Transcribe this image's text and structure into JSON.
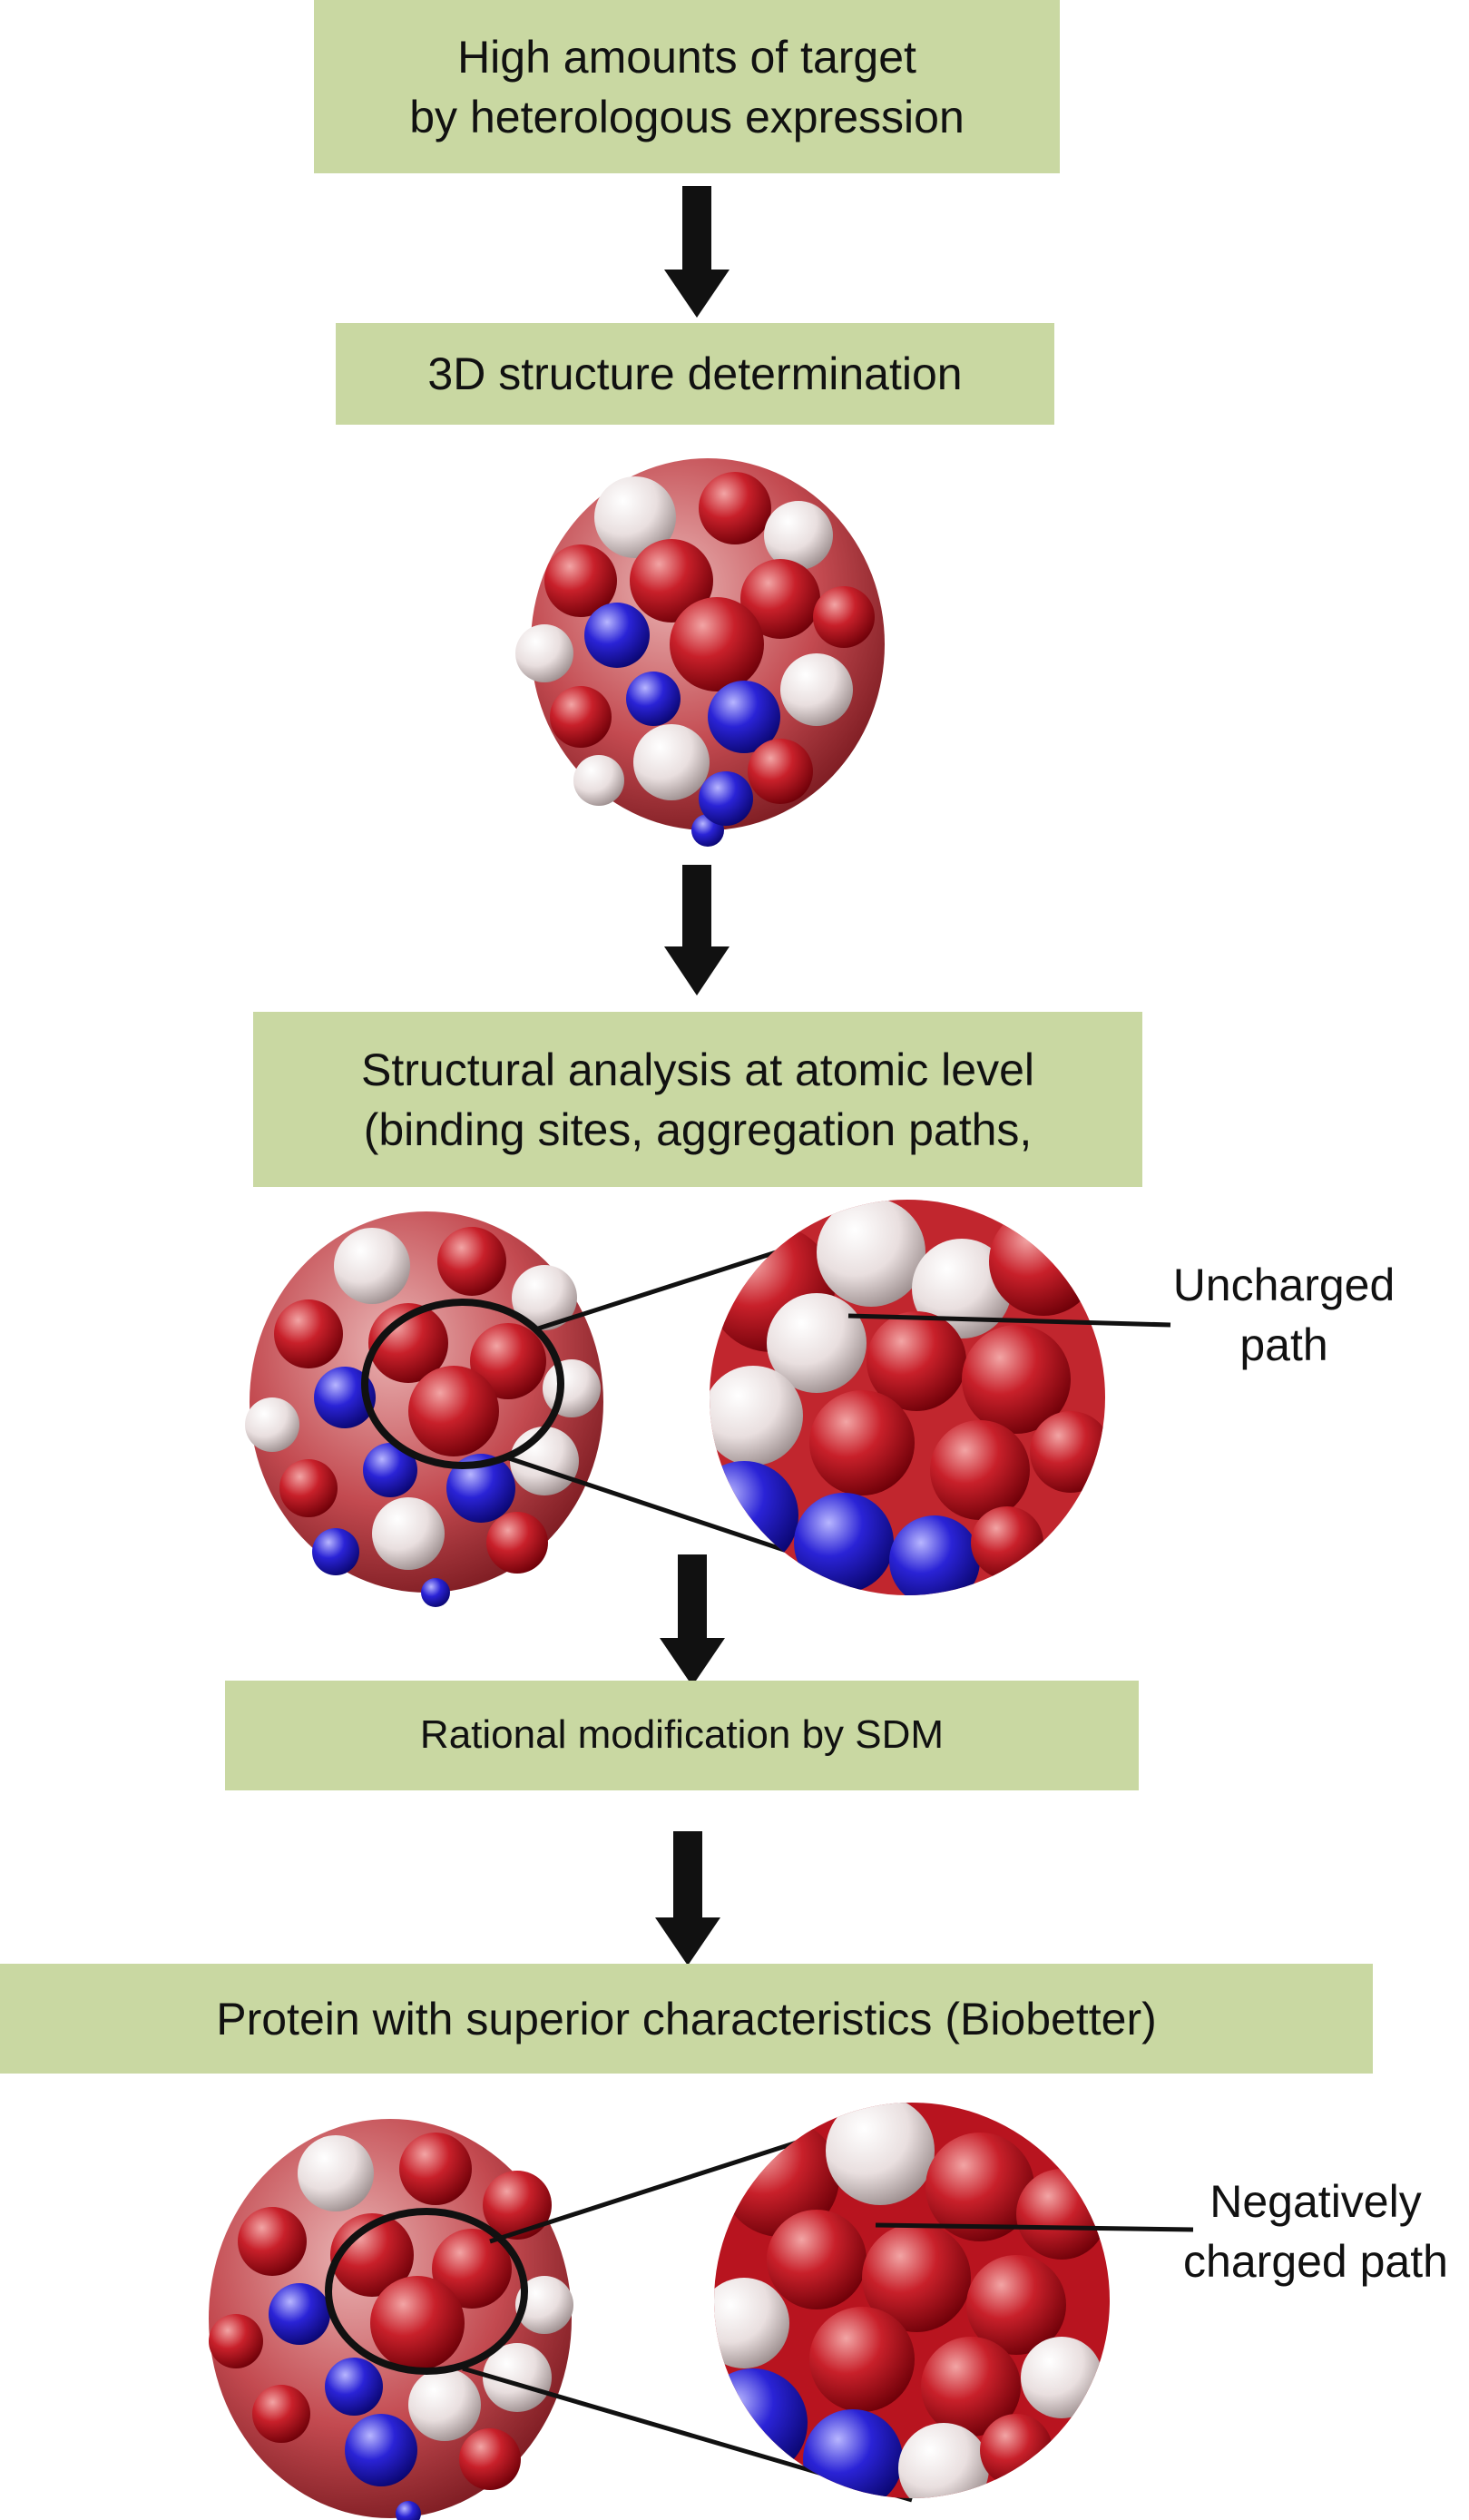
{
  "steps": {
    "expression": {
      "line1": "High amounts of target",
      "line2": "by heterologous expression"
    },
    "structure": {
      "text": "3D structure determination"
    },
    "analysis": {
      "line1": "Structural analysis at atomic level",
      "line2": "(binding sites, aggregation paths,"
    },
    "modification": {
      "text": "Rational modification by SDM"
    },
    "biobetter": {
      "text": "Protein with superior characteristics (Biobetter)"
    }
  },
  "annotations": {
    "uncharged": {
      "line1": "Uncharged",
      "line2": "path"
    },
    "negative": {
      "line1": "Negatively",
      "line2": "charged path"
    }
  },
  "colors": {
    "box_fill": "#c9d8a2",
    "arrow": "#111111",
    "surface_negative": "#b0121e",
    "surface_neutral": "#f3eeee",
    "surface_positive": "#1c17c4"
  }
}
